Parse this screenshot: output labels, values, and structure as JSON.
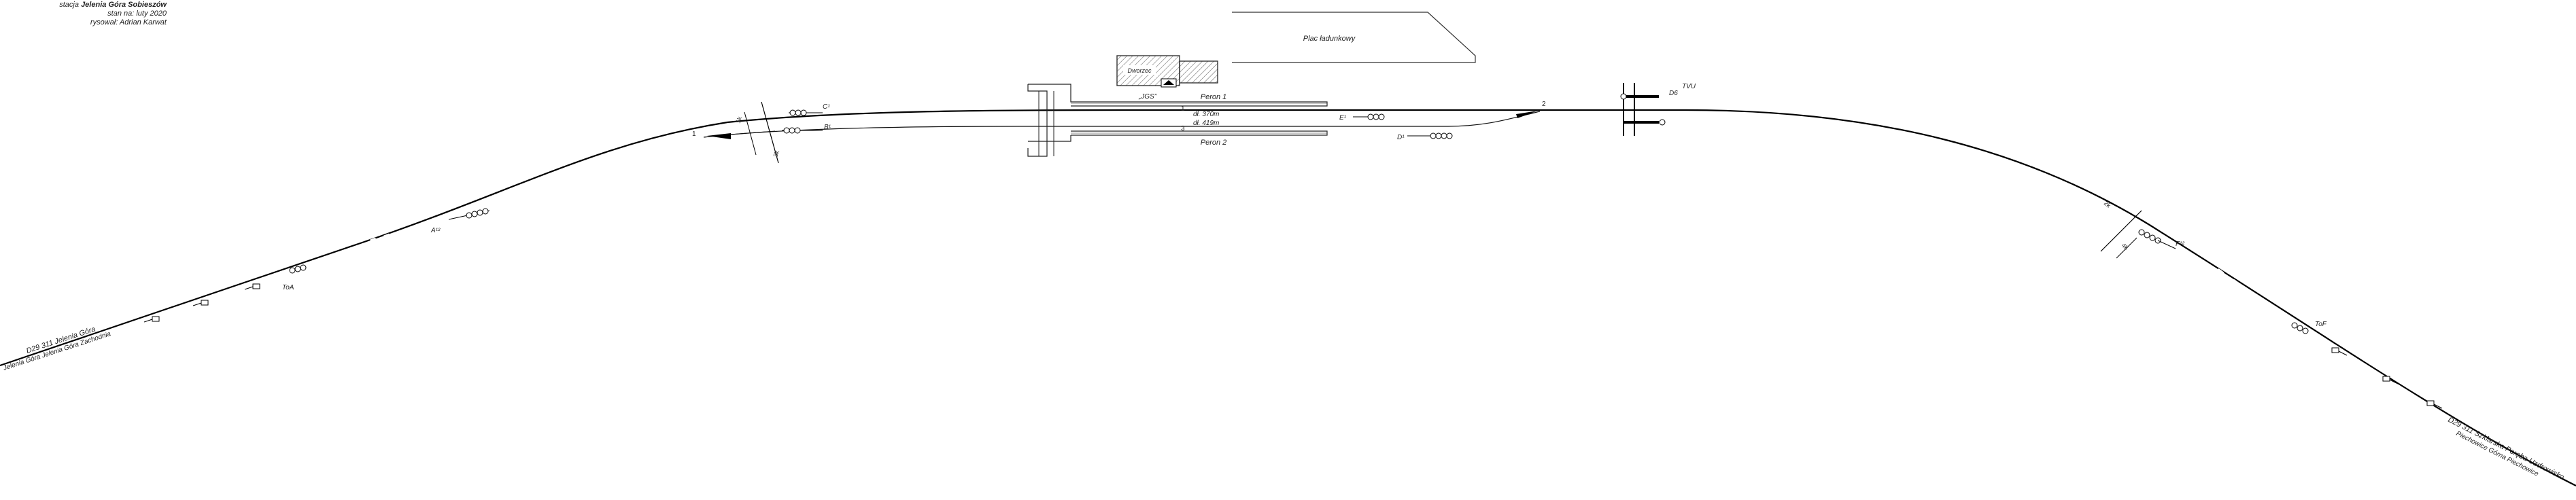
{
  "header": {
    "station_prefix": "stacja",
    "station_name": "Jelenia Góra Sobieszów",
    "state": "stan na: luty 2020",
    "author": "rysował: Adrian Karwat"
  },
  "labels": {
    "loading_yard": "Plac ładunkowy",
    "station_building": "Dworzec",
    "js_mark": "„JGS”",
    "platform_1": "Peron 1",
    "platform_2": "Peron 2",
    "track_1": "1",
    "track_2": "2",
    "track_3": "3",
    "length_track_1": "dł. 370m",
    "length_track_3": "dł. 419m",
    "signal_C1": "C¹",
    "signal_B1": "B¹",
    "signal_E1": "E¹",
    "signal_D1": "D¹",
    "signal_A12": "A¹²",
    "signal_F12": "F¹²",
    "sign_toa": "ToA",
    "sign_tof": "ToF",
    "tvu_label": "TVU",
    "dg_label": "D6",
    "switch_1k": "1k",
    "switch_2k": "2k",
    "switch_3k": "3k",
    "switch_4k": "4k",
    "left_line_1": "D29  311  Jelenia Góra",
    "left_line_2": "Jelenia Góra Jelenia Góra Zachodnia",
    "right_line_1": "D29  311  Szklarska Poręba Uzdrowisko",
    "right_line_2": "Piechowice Górna Piechowice"
  },
  "colors": {
    "track": "#000000",
    "line": "#222222",
    "hatch": "#555555"
  }
}
